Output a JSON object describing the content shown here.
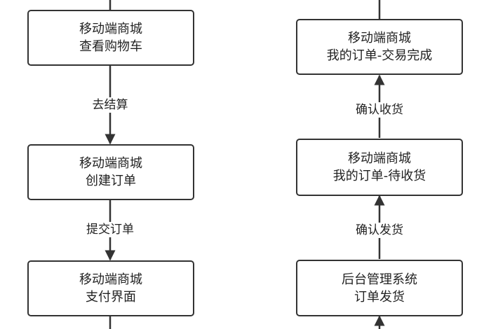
{
  "nodes": {
    "cart": {
      "line1": "移动端商城",
      "line2": "查看购物车"
    },
    "create_order": {
      "line1": "移动端商城",
      "line2": "创建订单"
    },
    "payment": {
      "line1": "移动端商城",
      "line2": "支付界面"
    },
    "order_complete": {
      "line1": "移动端商城",
      "line2": "我的订单-交易完成"
    },
    "order_pending_receipt": {
      "line1": "移动端商城",
      "line2": "我的订单-待收货"
    },
    "admin_ship": {
      "line1": "后台管理系统",
      "line2": "订单发货"
    }
  },
  "edge_labels": {
    "checkout": "去结算",
    "submit_order": "提交订单",
    "confirm_receipt": "确认收货",
    "confirm_shipping": "确认发货"
  }
}
